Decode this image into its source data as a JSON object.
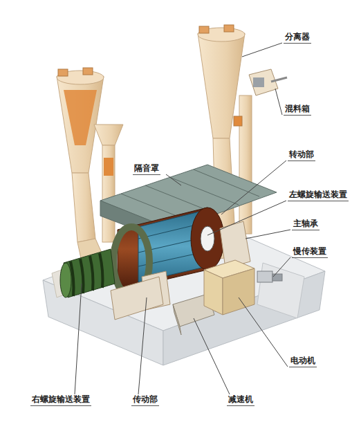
{
  "diagram": {
    "labels": [
      "分离器",
      "混料箱",
      "隔音罩",
      "转动部",
      "左螺旋输送装置",
      "主轴承",
      "慢传装置",
      "电动机",
      "右螺旋输送装置",
      "传动部",
      "减速机"
    ]
  }
}
